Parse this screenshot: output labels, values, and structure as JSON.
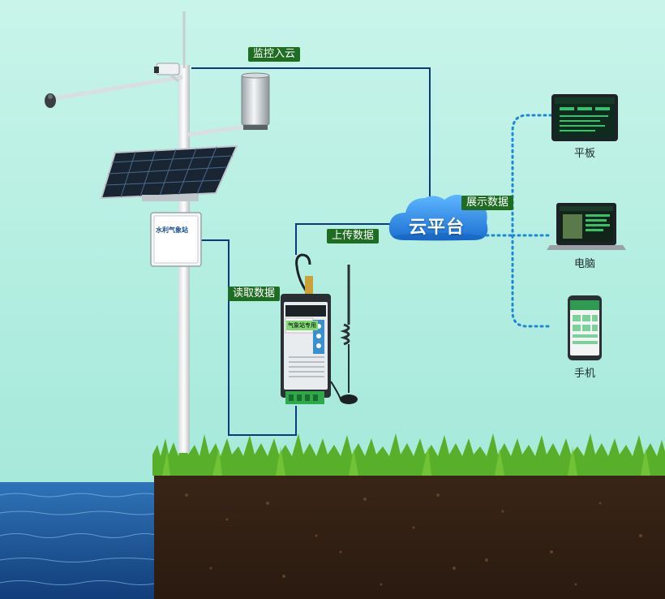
{
  "links": {
    "monitor_cloud": "监控入云",
    "read_data": "读取数据",
    "upload_data": "上传数据",
    "display_data": "展示数据"
  },
  "cloud": {
    "label": "云平台"
  },
  "devices": {
    "tablet": "平板",
    "computer": "电脑",
    "phone": "手机"
  },
  "station_box": {
    "label": "水利气象站"
  },
  "dtu": {
    "label": "气象站专用"
  },
  "colors": {
    "line": "#0d3a7a",
    "dotted": "#1e88d8",
    "tag_bg": "#1f6d22",
    "cloud": "#2b88e0"
  }
}
